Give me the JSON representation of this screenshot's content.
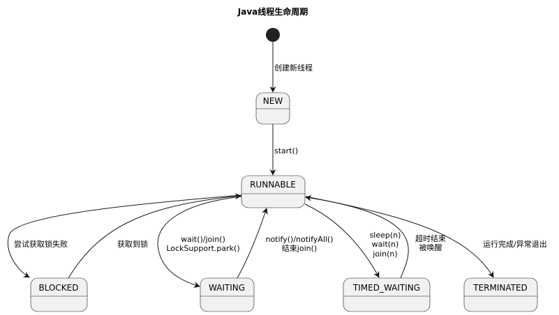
{
  "title": "Java线程生命周期",
  "states": {
    "new": "NEW",
    "runnable": "RUNNABLE",
    "blocked": "BLOCKED",
    "waiting": "WAITING",
    "timed_waiting": "TIMED_WAITING",
    "terminated": "TERMINATED"
  },
  "transitions": {
    "start_to_new": "创建新线程",
    "new_to_runnable": "start()",
    "runnable_to_blocked": "尝试获取锁失败",
    "blocked_to_runnable": "获取到锁",
    "runnable_to_waiting": [
      "wait()/join()",
      "LockSupport.park()"
    ],
    "waiting_to_runnable": [
      "notify()/notifyAll()",
      "结束join()"
    ],
    "runnable_to_timed_waiting": [
      "sleep(n)",
      "wait(n)",
      "join(n)"
    ],
    "timed_waiting_to_runnable": [
      "超时结束",
      "被唤醒"
    ],
    "runnable_to_terminated": "运行完成/异常退出"
  },
  "colors": {
    "state_fill": "#f1f1f1",
    "line": "#181818"
  }
}
